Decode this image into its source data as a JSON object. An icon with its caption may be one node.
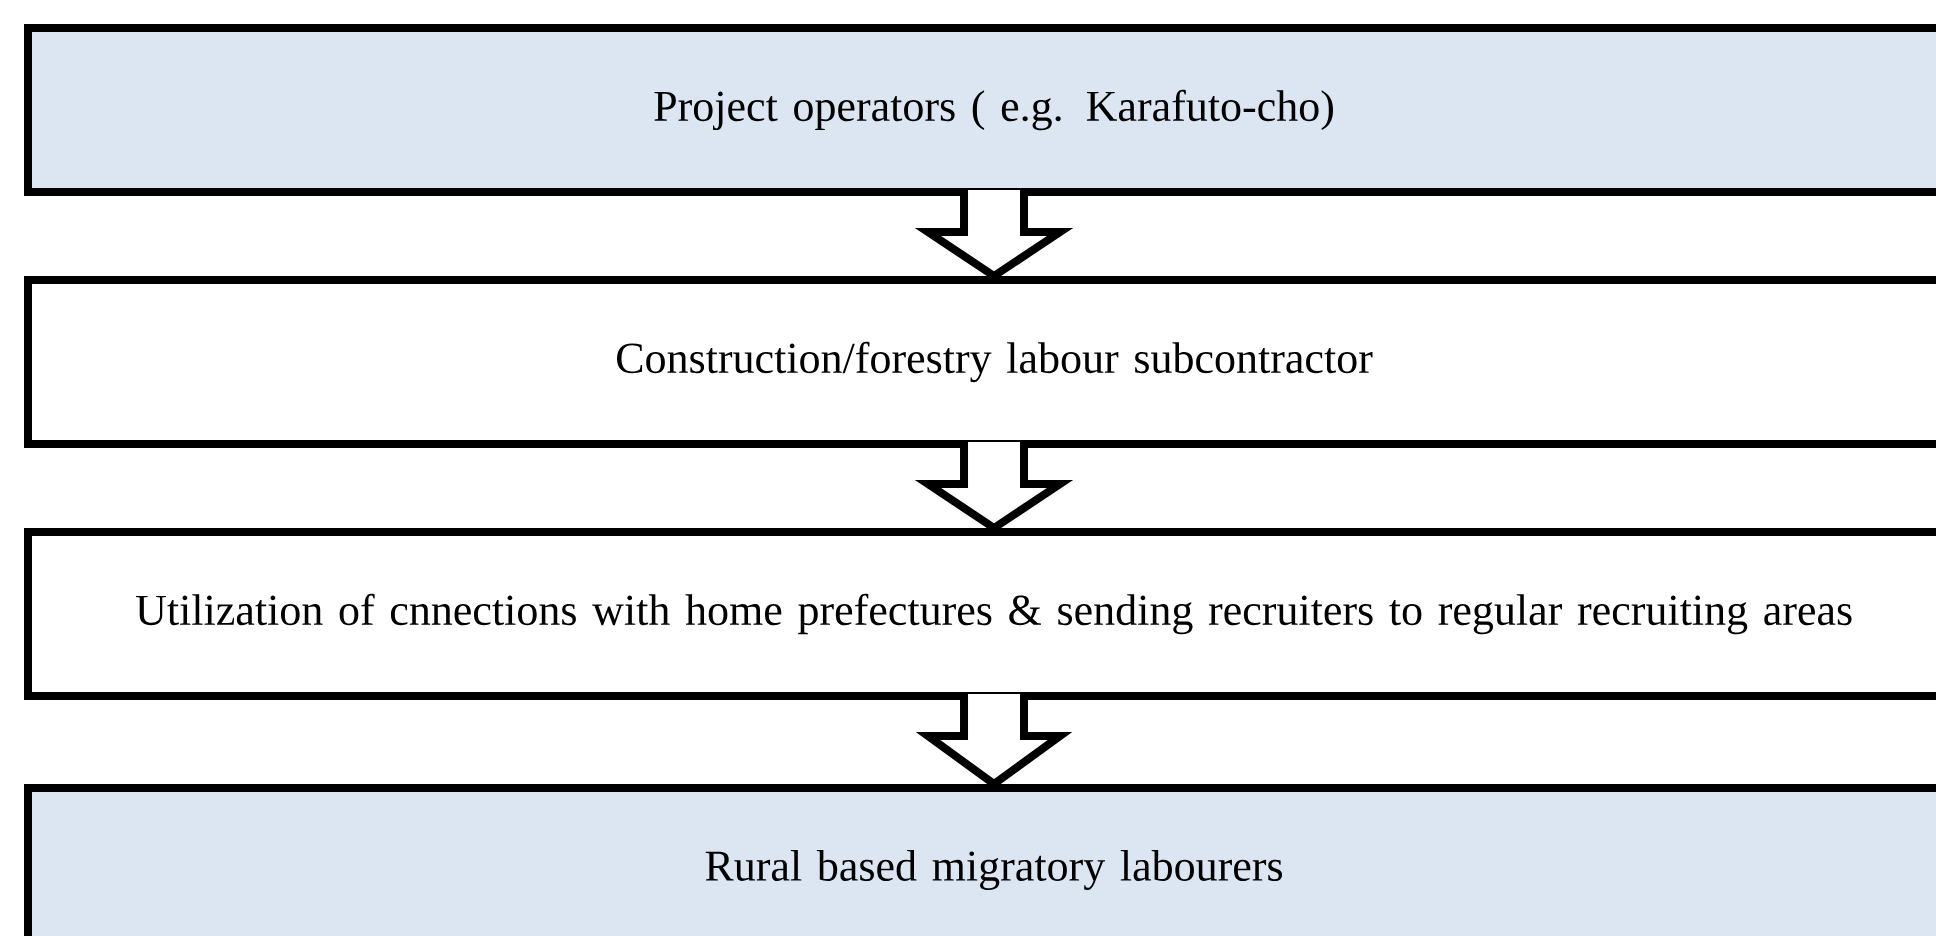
{
  "diagram": {
    "nodes": [
      {
        "text": [
          "Project operators ( e.g. Karafuto-cho)"
        ]
      },
      {
        "text": [
          "Construction/forestry labour subcontractor"
        ]
      },
      {
        "text": [
          "Utilization of cnnections with home prefectures & sending recruiters to regular recruiting areas"
        ]
      },
      {
        "text": [
          "Rural based migratory labourers"
        ]
      }
    ],
    "edges": [
      {
        "from": 0,
        "to": 1,
        "arrow": "to"
      },
      {
        "from": 1,
        "to": 2,
        "arrow": "to"
      },
      {
        "from": 2,
        "to": 3,
        "arrow": "to"
      }
    ]
  }
}
